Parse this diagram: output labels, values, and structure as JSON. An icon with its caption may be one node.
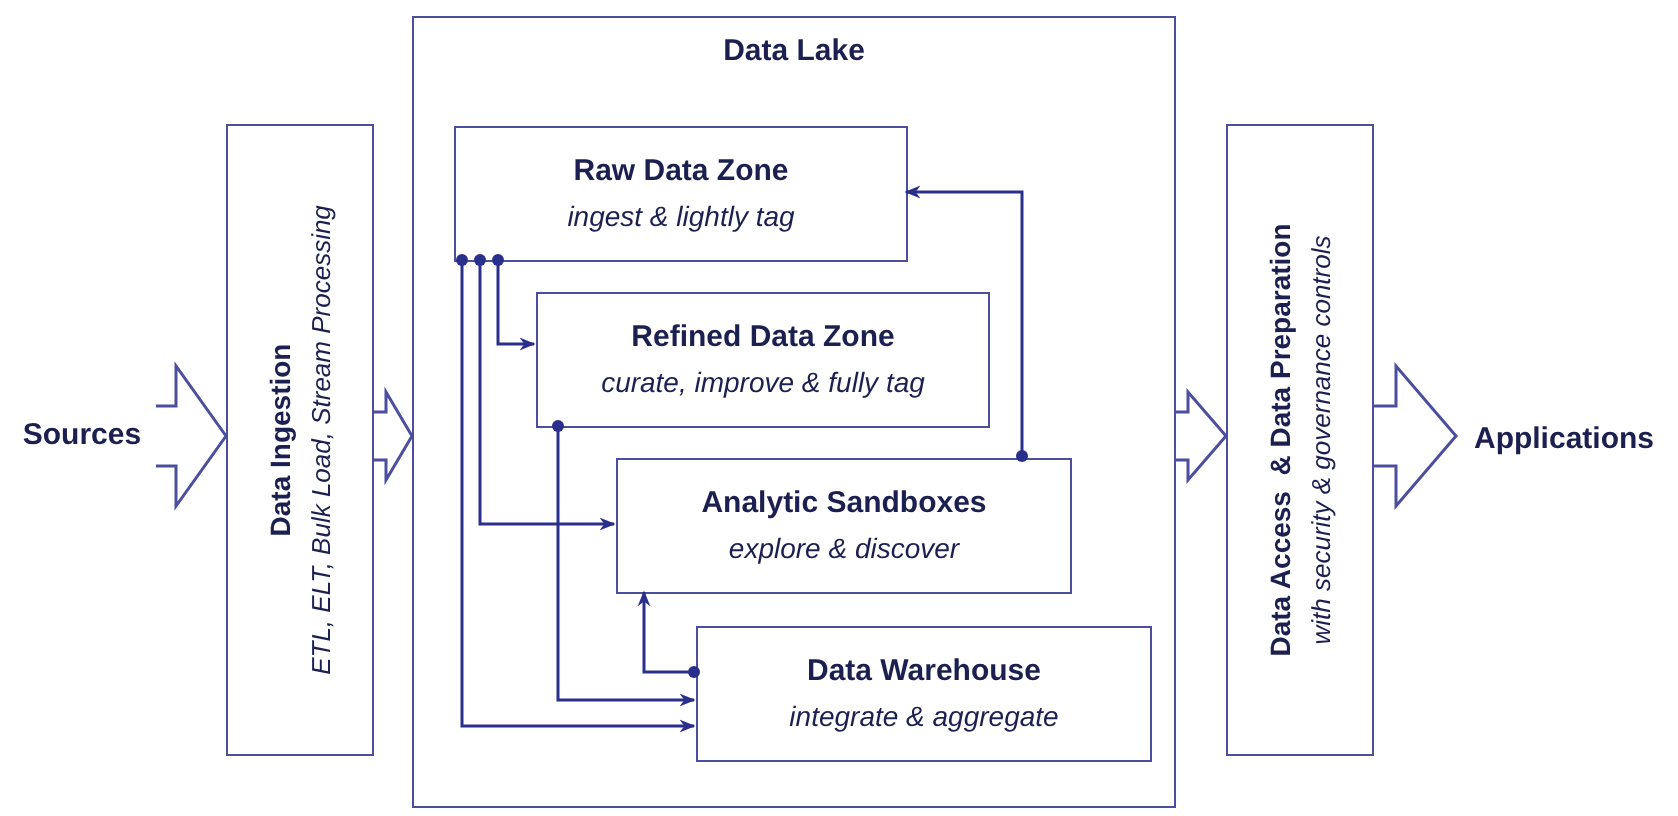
{
  "diagram": {
    "nodes": [
      {
        "text": [
          "Sources"
        ]
      },
      {
        "text": [
          "Data Ingestion",
          "ETL, ELT, Bulk Load, Stream Processing"
        ]
      },
      {
        "text": [
          "Data Lake"
        ]
      },
      {
        "text": [
          "Raw Data Zone",
          "ingest & lightly tag"
        ],
        "in": 2
      },
      {
        "text": [
          "Refined Data Zone",
          "curate, improve & fully tag"
        ],
        "in": 2
      },
      {
        "text": [
          "Analytic Sandboxes",
          "explore & discover"
        ],
        "in": 2
      },
      {
        "text": [
          "Data Warehouse",
          "integrate & aggregate"
        ],
        "in": 2
      },
      {
        "text": [
          "Data Access  & Data Preparation",
          "with security & governance controls"
        ]
      },
      {
        "text": [
          "Applications"
        ]
      }
    ],
    "edges": [
      {
        "from": 0,
        "to": 1,
        "arrow": "to",
        "style": "thick"
      },
      {
        "from": 1,
        "to": 2,
        "arrow": "to",
        "style": "thick"
      },
      {
        "from": 2,
        "to": 7,
        "arrow": "to",
        "style": "thick"
      },
      {
        "from": 7,
        "to": 8,
        "arrow": "to",
        "style": "thick"
      },
      {
        "from": 3,
        "to": 4,
        "arrow": "to"
      },
      {
        "from": 3,
        "to": 5,
        "arrow": "to"
      },
      {
        "from": 3,
        "to": 6,
        "arrow": "to"
      },
      {
        "from": 4,
        "to": 6,
        "arrow": "to"
      },
      {
        "from": 5,
        "to": 3,
        "arrow": "to"
      },
      {
        "from": 6,
        "to": 5,
        "arrow": "to"
      }
    ]
  }
}
